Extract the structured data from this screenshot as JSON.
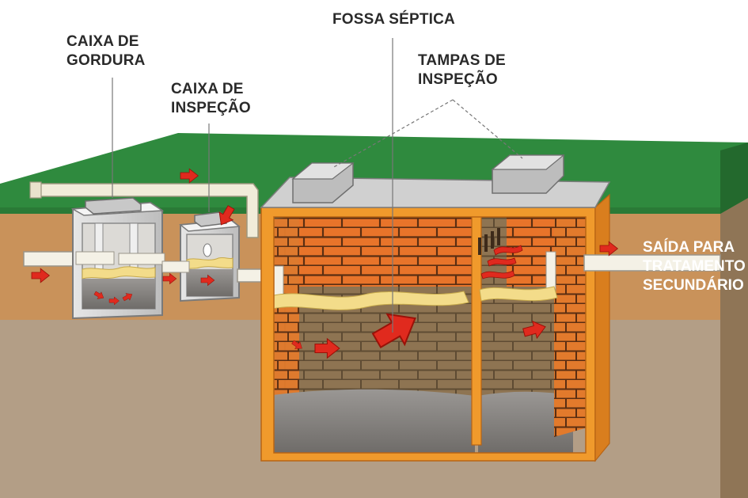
{
  "labels": {
    "grease_box": [
      "CAIXA DE",
      "GORDURA"
    ],
    "inspection_box": [
      "CAIXA DE",
      "INSPEÇÃO"
    ],
    "septic_tank": "FOSSA SÉPTICA",
    "inspection_lids": [
      "TAMPAS DE",
      "INSPEÇÃO"
    ],
    "outlet": [
      "SAÍDA PARA",
      "TRATAMENTO",
      "SECUNDÁRIO"
    ]
  },
  "colors": {
    "grass": "#2f8a3e",
    "topsoil": "#c9925a",
    "ground": "#b39e86",
    "tank_frame": "#f09a2c",
    "brick": "#e8742a",
    "mortar": "#5a2e12",
    "flow_arrow": "#e02a1e",
    "scum": "#f3dc8a",
    "sludge": "#8d8a88"
  },
  "icons": [
    "flow-arrow-icon",
    "gas-vent-icon"
  ]
}
